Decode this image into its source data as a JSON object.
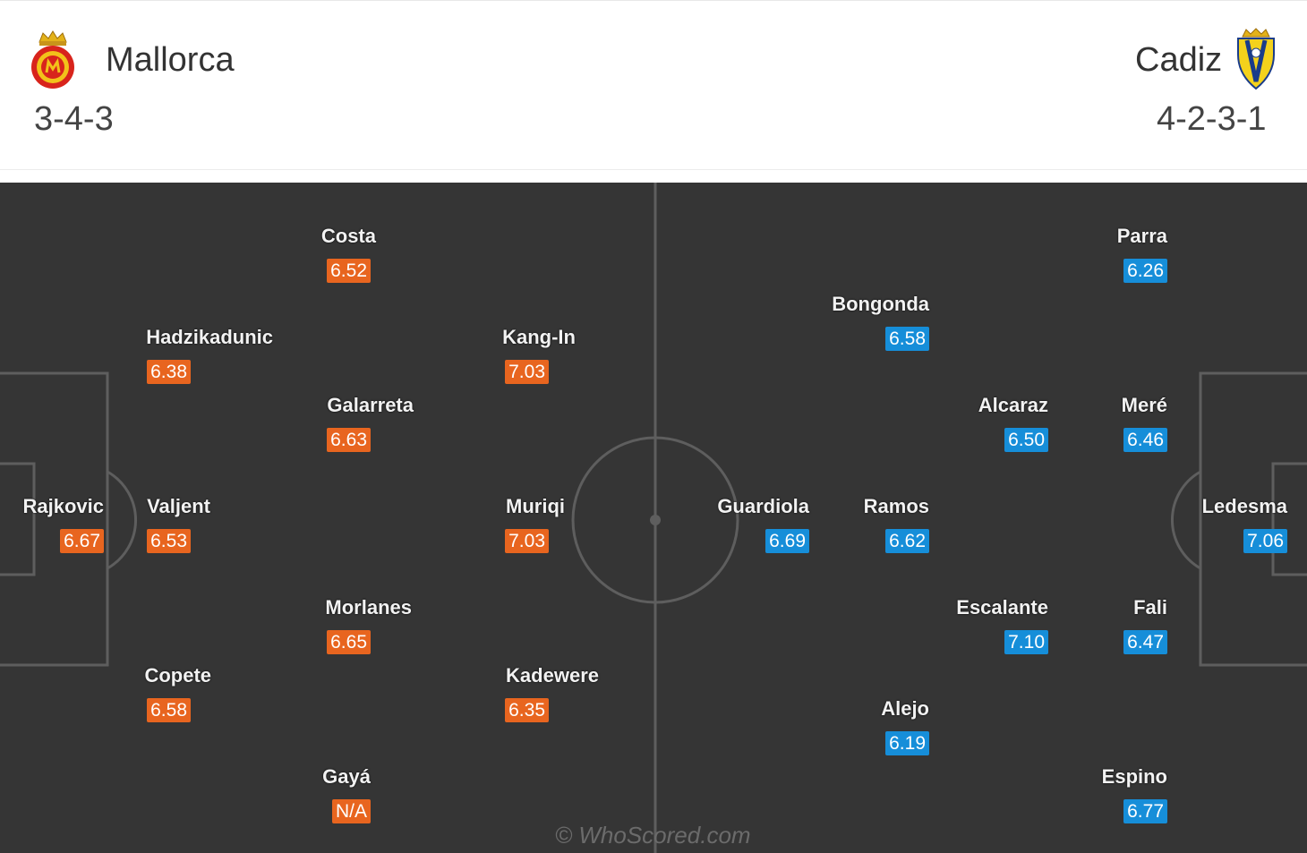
{
  "home": {
    "name": "Mallorca",
    "formation": "3-4-3",
    "crest": "mallorca-crest-icon",
    "color": "#e8651f",
    "players": [
      {
        "name": "Rajkovic",
        "rating": "6.67"
      },
      {
        "name": "Hadzikadunic",
        "rating": "6.38"
      },
      {
        "name": "Valjent",
        "rating": "6.53"
      },
      {
        "name": "Copete",
        "rating": "6.58"
      },
      {
        "name": "Costa",
        "rating": "6.52"
      },
      {
        "name": "Galarreta",
        "rating": "6.63"
      },
      {
        "name": "Morlanes",
        "rating": "6.65"
      },
      {
        "name": "Gayá",
        "rating": "N/A"
      },
      {
        "name": "Kang-In",
        "rating": "7.03"
      },
      {
        "name": "Muriqi",
        "rating": "7.03"
      },
      {
        "name": "Kadewere",
        "rating": "6.35"
      }
    ]
  },
  "away": {
    "name": "Cadiz",
    "formation": "4-2-3-1",
    "crest": "cadiz-crest-icon",
    "color": "#168ed9",
    "players": [
      {
        "name": "Ledesma",
        "rating": "7.06"
      },
      {
        "name": "Parra",
        "rating": "6.26"
      },
      {
        "name": "Meré",
        "rating": "6.46"
      },
      {
        "name": "Fali",
        "rating": "6.47"
      },
      {
        "name": "Espino",
        "rating": "6.77"
      },
      {
        "name": "Alcaraz",
        "rating": "6.50"
      },
      {
        "name": "Escalante",
        "rating": "7.10"
      },
      {
        "name": "Bongonda",
        "rating": "6.58"
      },
      {
        "name": "Ramos",
        "rating": "6.62"
      },
      {
        "name": "Alejo",
        "rating": "6.19"
      },
      {
        "name": "Guardiola",
        "rating": "6.69"
      }
    ]
  },
  "watermark": "© WhoScored.com"
}
